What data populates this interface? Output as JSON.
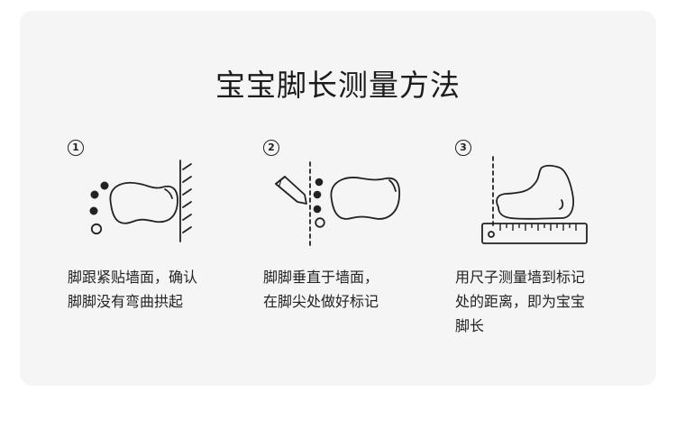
{
  "title": "宝宝脚长测量方法",
  "steps": [
    {
      "number": "1",
      "text": "脚跟紧贴墙面，确认\n脚脚没有弯曲拱起",
      "icon": "foot-against-wall-icon"
    },
    {
      "number": "2",
      "text": "脚脚垂直于墙面，\n在脚尖处做好标记",
      "icon": "pencil-mark-icon"
    },
    {
      "number": "3",
      "text": "用尺子测量墙到标记\n处的距离，即为宝宝\n脚长",
      "icon": "ruler-measure-icon"
    }
  ]
}
